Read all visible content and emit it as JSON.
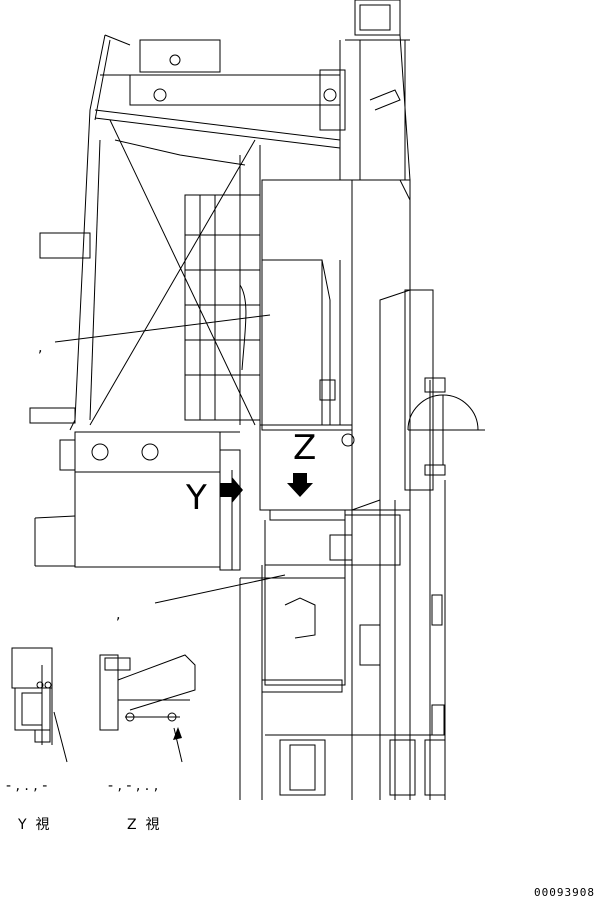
{
  "labels": {
    "callout_y": "Y",
    "callout_z": "Z",
    "comma_1": ",",
    "comma_2": ",",
    "dashes_y": "- , . , -",
    "dashes_z": "- , - , . ,",
    "view_y": "Y  視",
    "view_z": "Z  視",
    "drawing_code": "00093908"
  },
  "colors": {
    "line": "#000000",
    "paper": "#ffffff",
    "arrow": "#000000"
  }
}
